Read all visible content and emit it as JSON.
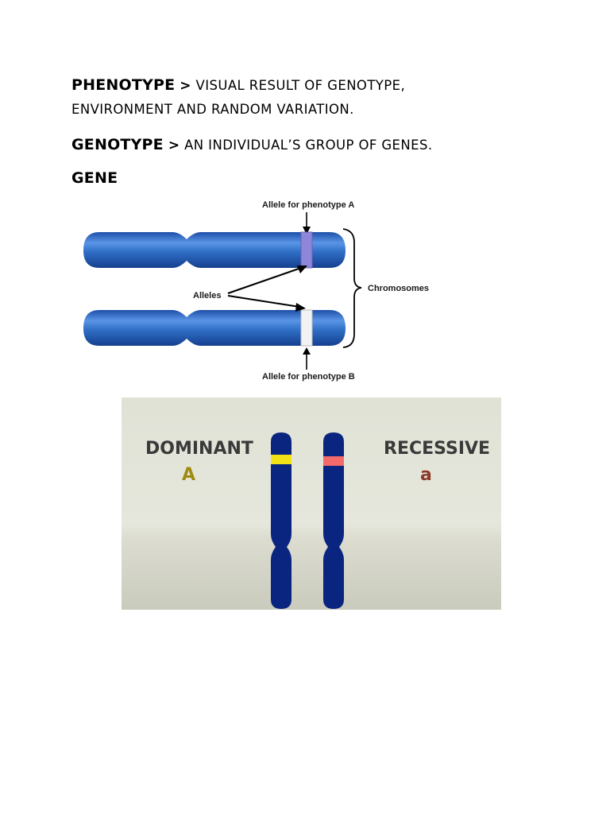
{
  "phenotype": {
    "term": "PHENOTYPE",
    "arrow": ">",
    "definition_line1": "VISUAL RESULT OF GENOTYPE,",
    "definition_line2": "ENVIRONMENT AND RANDOM VARIATION."
  },
  "genotype": {
    "term": "GENOTYPE",
    "arrow": ">",
    "definition": "AN INDIVIDUAL’S GROUP OF GENES."
  },
  "gene": {
    "term": "GENE"
  },
  "figure1": {
    "allele_a_label": "Allele for phenotype A",
    "allele_b_label": "Allele for phenotype B",
    "alleles_label": "Alleles",
    "chromosomes_label": "Chromosomes",
    "colors": {
      "chromosome": "#2f6fc6",
      "allele_a": "#8e86d8",
      "allele_b": "#f2f2f2"
    }
  },
  "figure2": {
    "dominant_label": "DOMINANT",
    "dominant_letter": "A",
    "recessive_label": "RECESSIVE",
    "recessive_letter": "a",
    "colors": {
      "background": "#e3e4d8",
      "chromosome": "#0a2580",
      "dominant_band": "#f2e116",
      "recessive_band": "#f46a6a",
      "dominant_letter": "#a08b10",
      "recessive_letter": "#8a3a2a"
    }
  }
}
